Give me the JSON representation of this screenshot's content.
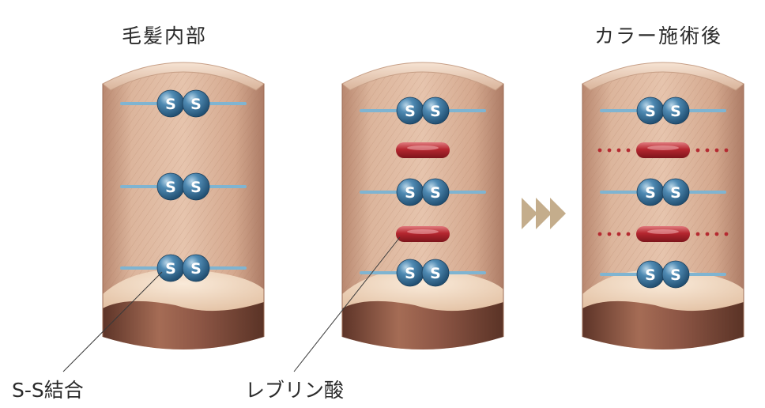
{
  "titles": {
    "inside": "毛髪内部",
    "after": "カラー施術後"
  },
  "callouts": {
    "ss_bond": "S-S結合",
    "levulinic_acid": "レブリン酸"
  },
  "sulfur_letter": "S",
  "colors": {
    "hair_fill": "#d7ae93",
    "hair_rim": "#c79f86",
    "cut_base": "#7d4b3b",
    "bond_ball": "#2f6f9a",
    "bond_rod": "#7fb4d1",
    "acid_red": "#b52a31",
    "arrow": "#c4ad8c",
    "text": "#2b2b2b"
  },
  "cylinders": [
    {
      "bonds": 3,
      "acids": 0,
      "acid_broken_dots": false
    },
    {
      "bonds": 3,
      "acids": 2,
      "acid_broken_dots": false
    },
    {
      "bonds": 3,
      "acids": 2,
      "acid_broken_dots": true
    }
  ]
}
